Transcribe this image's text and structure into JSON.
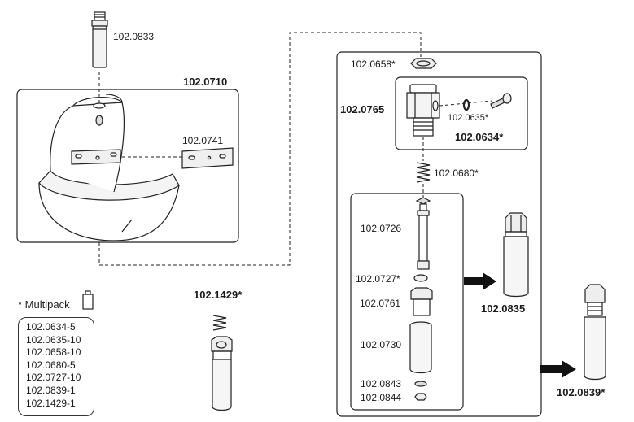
{
  "labels": {
    "p0833": "102.0833",
    "p0710": "102.0710",
    "p0741": "102.0741",
    "p0658": "102.0658*",
    "p0765": "102.0765",
    "p0635": "102.0635*",
    "p0634": "102.0634*",
    "p0680": "102.0680*",
    "p0726": "102.0726",
    "p0727": "102.0727*",
    "p0761": "102.0761",
    "p0730": "102.0730",
    "p0843": "102.0843",
    "p0844": "102.0844",
    "p0835": "102.0835",
    "p0839": "102.0839*",
    "p1429": "102.1429*"
  },
  "multipack": {
    "title": "* Multipack",
    "items": [
      "102.0634-5",
      "102.0635-10",
      "102.0658-10",
      "102.0680-5",
      "102.0727-10",
      "102.0839-1",
      "102.1429-1"
    ]
  }
}
